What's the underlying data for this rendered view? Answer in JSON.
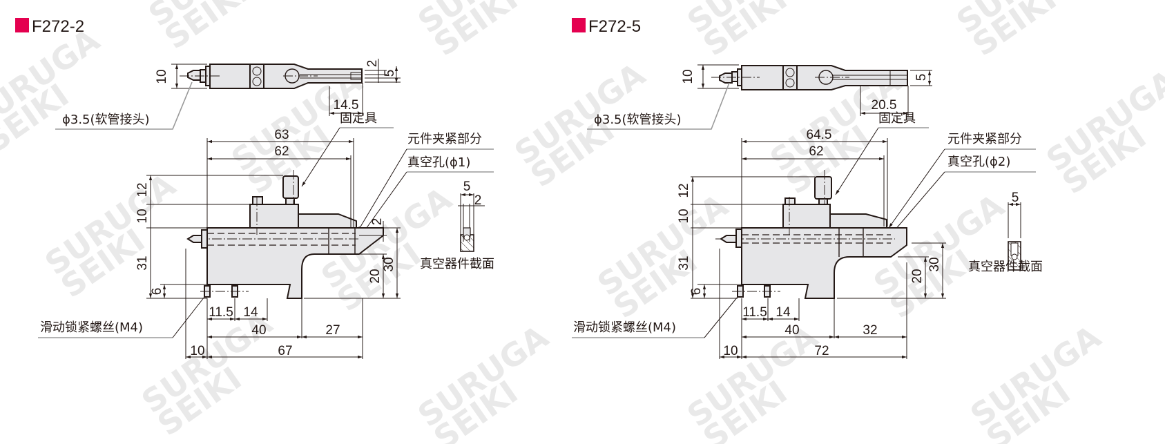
{
  "accent_color": "#e4004f",
  "watermark": {
    "line1": "SURUGA",
    "line2": "SEIKI"
  },
  "drawings": [
    {
      "model": "F272-2",
      "top_view": {
        "height_dim": "10",
        "tip_dims": [
          "2",
          "5"
        ],
        "tip_length": "14.5"
      },
      "labels": {
        "hose_fitting": "ϕ3.5(软管接头)",
        "fixture": "固定具",
        "clamp_part": "元件夹紧部分",
        "vacuum_hole": "真空孔(ϕ1)",
        "lock_screw": "滑动锁紧螺丝(M4)",
        "section": "真空器件截面"
      },
      "dims": {
        "overall_top": "63",
        "inner_top": "62",
        "h12": "12",
        "h10": "10",
        "h31": "31",
        "h6": "6",
        "tip2": "2",
        "h20": "20",
        "h30": "30",
        "w11_5": "11.5",
        "w14": "14",
        "w40": "40",
        "w27": "27",
        "w10": "10",
        "w67": "67",
        "section_w5": "5",
        "section_w2": "2"
      }
    },
    {
      "model": "F272-5",
      "top_view": {
        "height_dim": "10",
        "tip_dims": [
          "5"
        ],
        "tip_length": "20.5"
      },
      "labels": {
        "hose_fitting": "ϕ3.5(软管接头)",
        "fixture": "固定具",
        "clamp_part": "元件夹紧部分",
        "vacuum_hole": "真空孔(ϕ2)",
        "lock_screw": "滑动锁紧螺丝(M4)",
        "section": "真空器件截面"
      },
      "dims": {
        "overall_top": "64.5",
        "inner_top": "62",
        "h12": "12",
        "h10": "10",
        "h31": "31",
        "h6": "6",
        "h20": "20",
        "h30": "30",
        "w11_5": "11.5",
        "w14": "14",
        "w40": "40",
        "w32": "32",
        "w10": "10",
        "w72": "72",
        "section_w5": "5"
      }
    }
  ]
}
